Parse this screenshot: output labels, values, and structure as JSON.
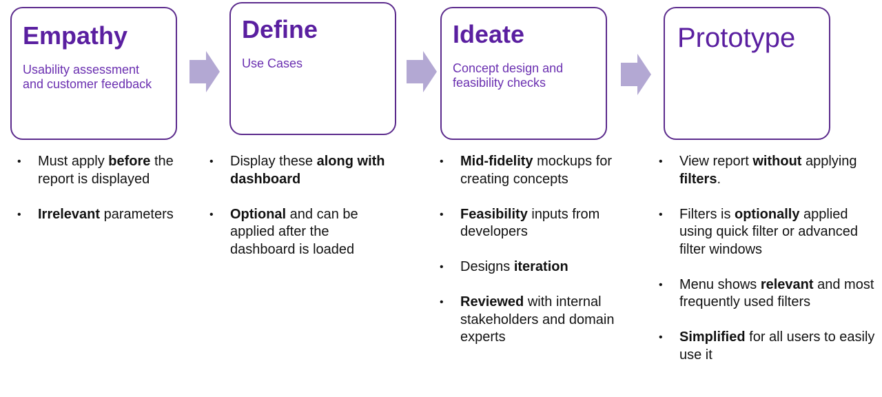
{
  "colors": {
    "title": "#5a1fa0",
    "border": "#5b2a8c",
    "arrow": "#b3a8d3",
    "text": "#111111"
  },
  "stages": [
    {
      "title": "Empathy",
      "subtitle": "Usability assessment and customer feedback",
      "bullets": [
        [
          {
            "t": "Must apply "
          },
          {
            "t": "before",
            "b": true
          },
          {
            "t": " the report is displayed"
          }
        ],
        [
          {
            "t": "Irrelevant",
            "b": true
          },
          {
            "t": " parameters"
          }
        ]
      ]
    },
    {
      "title": "Define",
      "subtitle": "Use Cases",
      "bullets": [
        [
          {
            "t": "Display these "
          },
          {
            "t": "along with dashboard",
            "b": true
          }
        ],
        [
          {
            "t": "Optional",
            "b": true
          },
          {
            "t": " and can be applied after the dashboard is loaded"
          }
        ]
      ]
    },
    {
      "title": "Ideate",
      "subtitle": "Concept design and feasibility checks",
      "bullets": [
        [
          {
            "t": "Mid-fidelity",
            "b": true
          },
          {
            "t": " mockups for creating concepts"
          }
        ],
        [
          {
            "t": "Feasibility",
            "b": true
          },
          {
            "t": " inputs from developers"
          }
        ],
        [
          {
            "t": "Designs "
          },
          {
            "t": "iteration",
            "b": true
          }
        ],
        [
          {
            "t": "Reviewed",
            "b": true
          },
          {
            "t": " with internal stakeholders and domain experts"
          }
        ]
      ]
    },
    {
      "title": "Prototype",
      "subtitle": "",
      "bullets": [
        [
          {
            "t": "View report "
          },
          {
            "t": "without",
            "b": true
          },
          {
            "t": " applying "
          },
          {
            "t": "filters",
            "b": true
          },
          {
            "t": "."
          }
        ],
        [
          {
            "t": "Filters is "
          },
          {
            "t": "optionally",
            "b": true
          },
          {
            "t": " applied using quick filter or advanced filter windows"
          }
        ],
        [
          {
            "t": "Menu shows "
          },
          {
            "t": "relevant",
            "b": true
          },
          {
            "t": " and most frequently used filters"
          }
        ],
        [
          {
            "t": "Simplified",
            "b": true
          },
          {
            "t": " for all users to easily use it"
          }
        ]
      ]
    }
  ]
}
